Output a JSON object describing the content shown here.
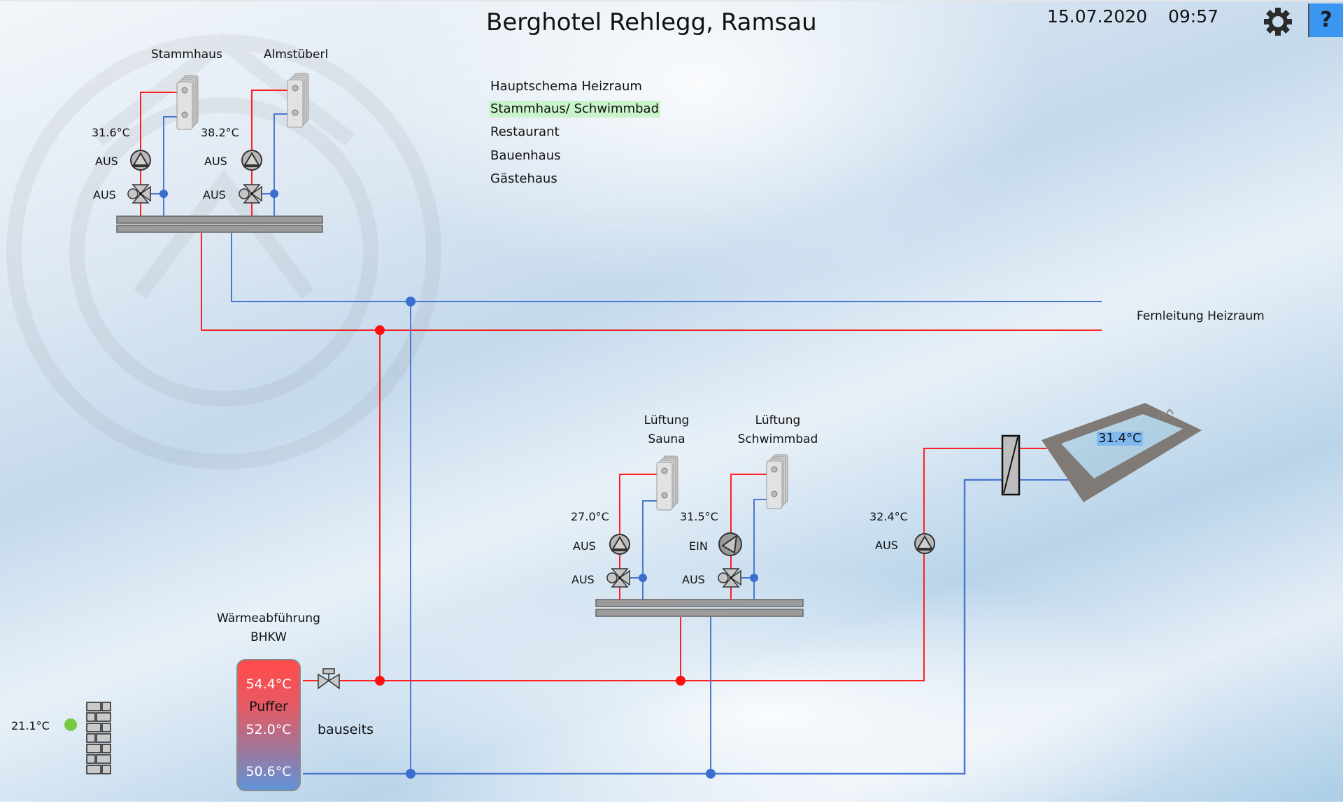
{
  "header": {
    "title": "Berghotel Rehlegg, Ramsau",
    "date": "15.07.2020",
    "time": "09:57",
    "settings_icon": "gear-icon",
    "help_label": "?"
  },
  "nav": {
    "items": [
      {
        "label": "Hauptschema Heizraum",
        "active": false
      },
      {
        "label": "Stammhaus/ Schwimmbad",
        "active": true
      },
      {
        "label": "Restaurant",
        "active": false
      },
      {
        "label": "Bauenhaus",
        "active": false
      },
      {
        "label": "Gästehaus",
        "active": false
      }
    ]
  },
  "colors": {
    "supply": "#ff2020",
    "return": "#4a78d0",
    "active_nav": "#c9f3c9",
    "help_button": "#3a96f0",
    "status_ok": "#7ac943"
  },
  "circuits_top": [
    {
      "name": "Stammhaus",
      "temperature": "31.6°C",
      "pump_state": "AUS",
      "valve_state": "AUS"
    },
    {
      "name": "Almstüberl",
      "temperature": "38.2°C",
      "pump_state": "AUS",
      "valve_state": "AUS"
    }
  ],
  "circuits_bottom": [
    {
      "name_line1": "Lüftung",
      "name_line2": "Sauna",
      "temperature": "27.0°C",
      "pump_state": "AUS",
      "valve_state": "AUS"
    },
    {
      "name_line1": "Lüftung",
      "name_line2": "Schwimmbad",
      "temperature": "31.5°C",
      "pump_state": "EIN",
      "valve_state": "AUS"
    }
  ],
  "pool": {
    "supply_temperature": "32.4°C",
    "pump_state": "AUS",
    "water_temperature": "31.4°C"
  },
  "district_line": {
    "label": "Fernleitung Heizraum"
  },
  "buffer": {
    "title_line1": "Wärmeabführung",
    "title_line2": "BHKW",
    "label": "Puffer",
    "temp_top": "54.4°C",
    "temp_mid": "52.0°C",
    "temp_bottom": "50.6°C",
    "valve_label": "bauseits"
  },
  "outdoor": {
    "temperature": "21.1°C",
    "status": "ok"
  }
}
